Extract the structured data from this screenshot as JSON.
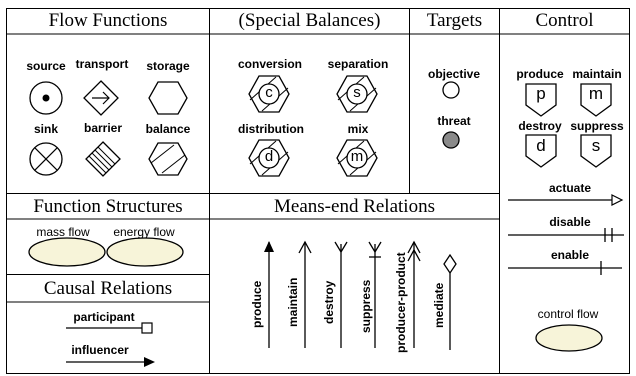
{
  "sections": {
    "flow_functions": "Flow Functions",
    "special_balances": "(Special Balances)",
    "targets": "Targets",
    "control": "Control",
    "function_structures": "Function Structures",
    "means_end_relations": "Means-end Relations",
    "causal_relations": "Causal Relations"
  },
  "flow_functions": {
    "source": "source",
    "transport": "transport",
    "storage": "storage",
    "sink": "sink",
    "barrier": "barrier",
    "balance": "balance"
  },
  "special_balances": {
    "conversion": "conversion",
    "conversion_letter": "c",
    "separation": "separation",
    "separation_letter": "s",
    "distribution": "distribution",
    "distribution_letter": "d",
    "mix": "mix",
    "mix_letter": "m"
  },
  "targets": {
    "objective": "objective",
    "threat": "threat"
  },
  "control": {
    "produce": "produce",
    "produce_letter": "p",
    "maintain": "maintain",
    "maintain_letter": "m",
    "destroy": "destroy",
    "destroy_letter": "d",
    "suppress": "suppress",
    "suppress_letter": "s",
    "actuate": "actuate",
    "disable": "disable",
    "enable": "enable",
    "control_flow": "control flow"
  },
  "function_structures": {
    "mass_flow": "mass flow",
    "energy_flow": "energy flow"
  },
  "means_end_relations": {
    "produce": "produce",
    "maintain": "maintain",
    "destroy": "destroy",
    "suppress": "suppress",
    "producer_product": "producer-product",
    "mediate": "mediate"
  },
  "causal_relations": {
    "participant": "participant",
    "influencer": "influencer"
  },
  "colors": {
    "stroke": "#000000",
    "ellipse_fill": "#f7f4d9",
    "threat_fill": "#8a8a8a"
  }
}
